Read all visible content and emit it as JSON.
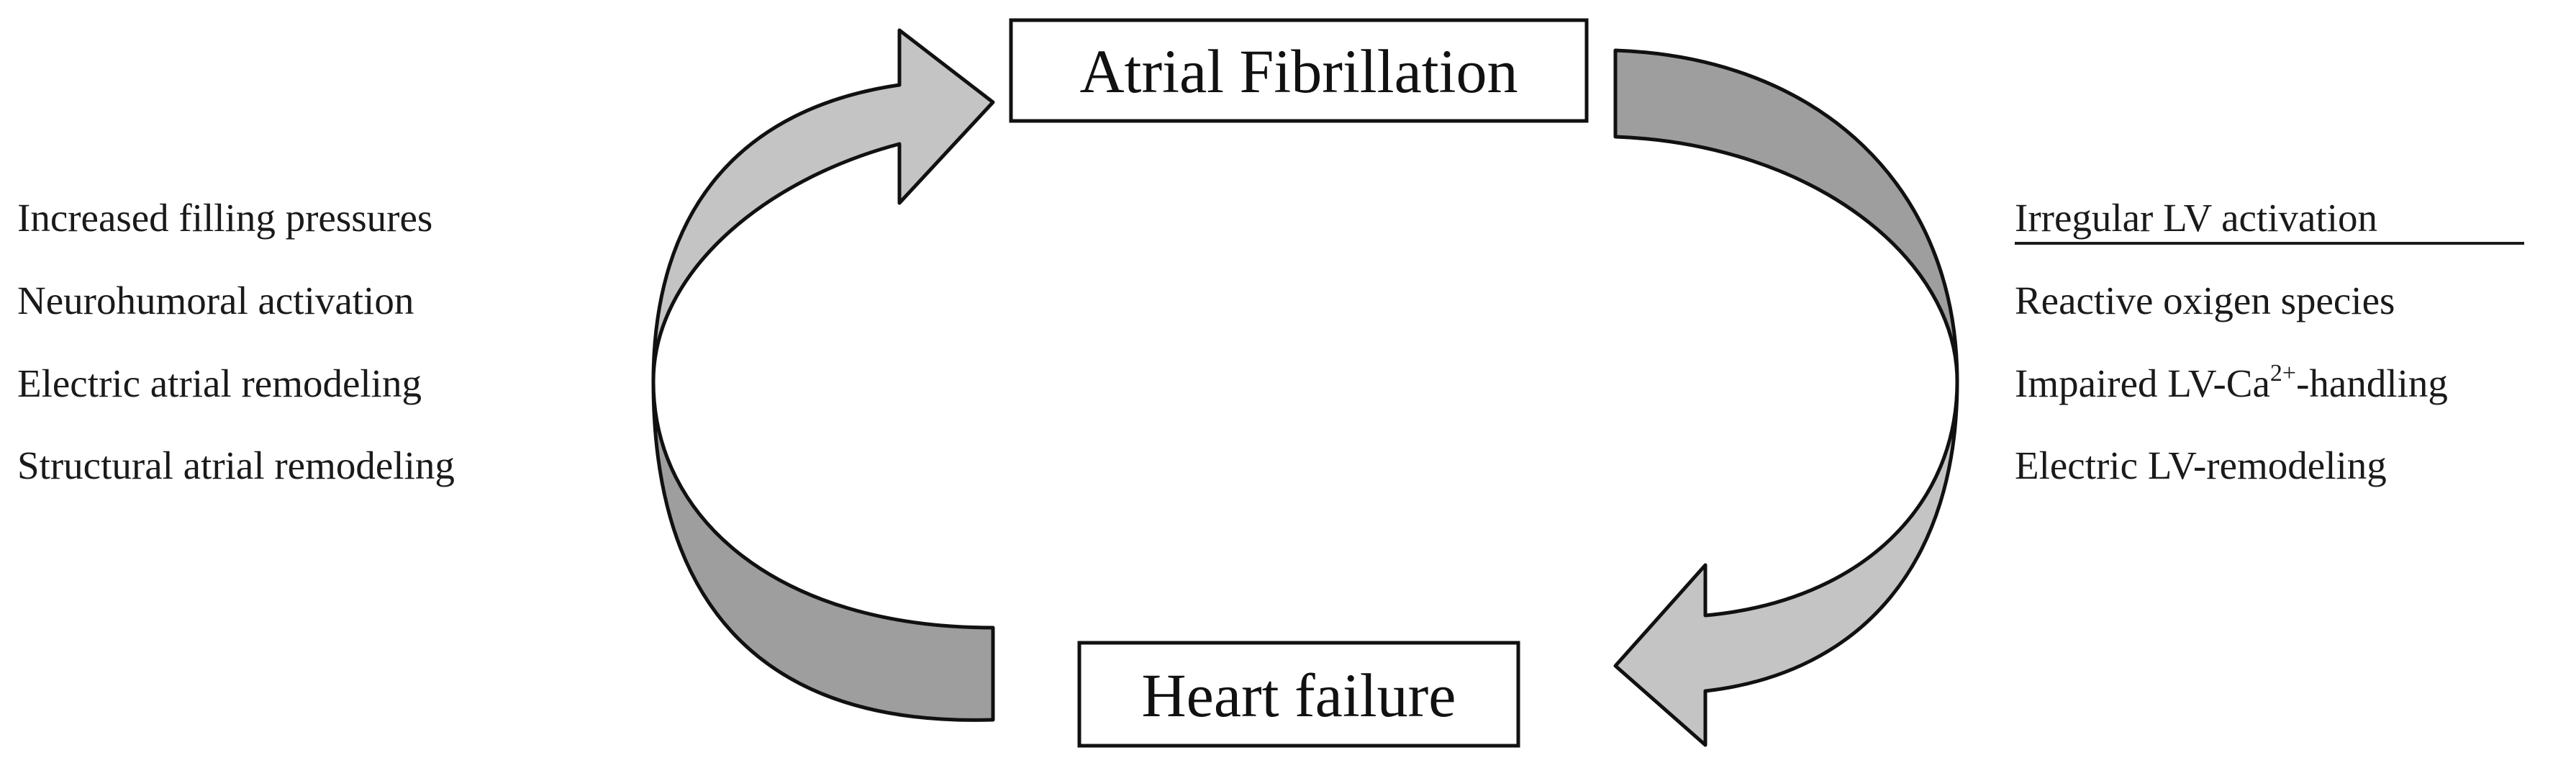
{
  "nodes": {
    "top": "Atrial Fibrillation",
    "bottom": "Heart failure"
  },
  "left_list": [
    "Increased filling pressures",
    "Neurohumoral activation",
    "Electric atrial remodeling",
    "Structural atrial remodeling"
  ],
  "right_list": {
    "heading": "Irregular LV activation",
    "items": [
      "Reactive oxigen species",
      "Impaired LV-Ca",
      "Electric LV-remodeling"
    ],
    "ca_superscript": "2+",
    "ca_suffix": "-handling"
  },
  "colors": {
    "arrow_light": "#c4c4c4",
    "arrow_dark": "#9e9e9e",
    "outline": "#111111"
  }
}
